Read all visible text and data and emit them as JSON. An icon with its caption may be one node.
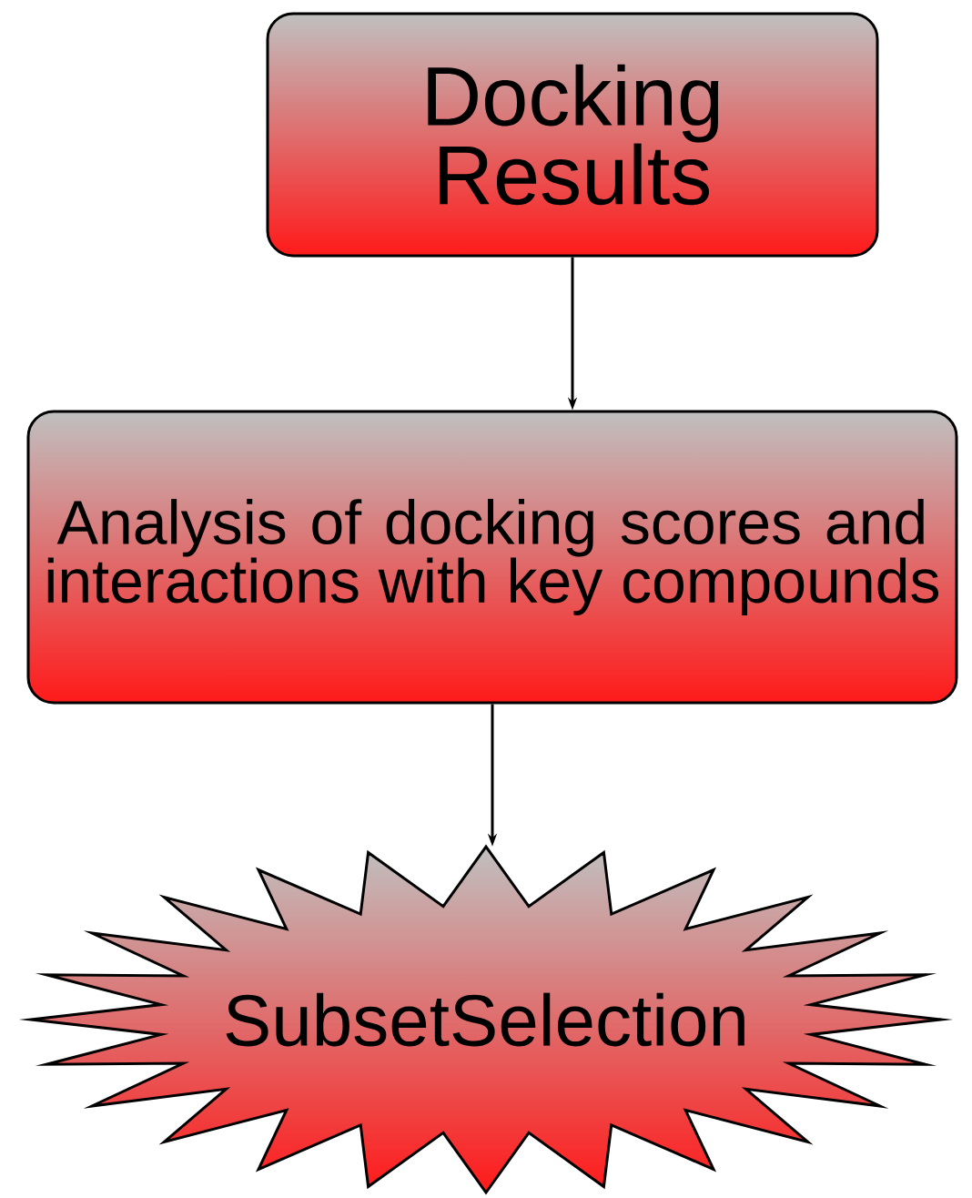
{
  "diagram": {
    "nodes": [
      {
        "text": [
          "Docking Results"
        ]
      },
      {
        "text": [
          "Analysis of docking scores and interactions with key compounds"
        ]
      },
      {
        "text": [
          "SubsetSelection"
        ]
      }
    ],
    "edges": [
      {
        "from": 0,
        "to": 1,
        "arrow": "to"
      },
      {
        "from": 1,
        "to": 2,
        "arrow": "to"
      }
    ]
  }
}
